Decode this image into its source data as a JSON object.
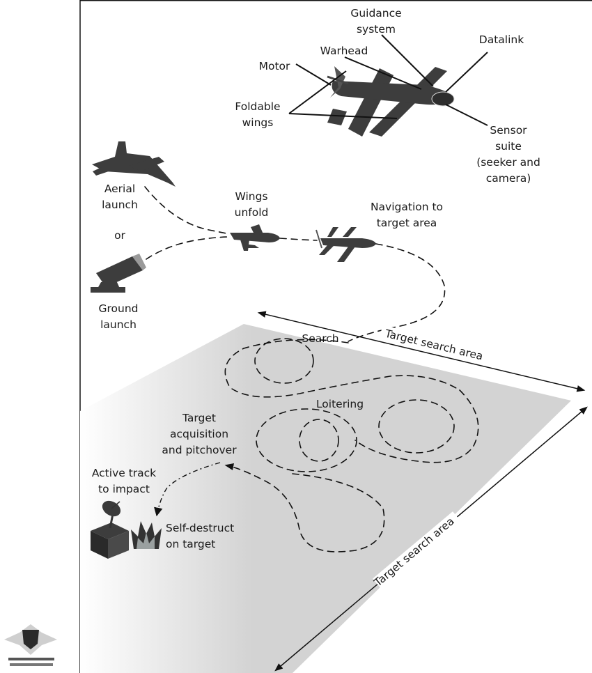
{
  "labels": {
    "guidance": [
      "Guidance",
      "system"
    ],
    "datalink": "Datalink",
    "warhead": "Warhead",
    "motor": "Motor",
    "foldable": [
      "Foldable",
      "wings"
    ],
    "sensor": [
      "Sensor",
      "suite",
      "(seeker and",
      "camera)"
    ],
    "aerial": [
      "Aerial",
      "launch"
    ],
    "or": "or",
    "ground": [
      "Ground",
      "launch"
    ],
    "wings_unfold": [
      "Wings",
      "unfold"
    ],
    "navigation": [
      "Navigation to",
      "target area"
    ],
    "search": "Search",
    "target_search_area_top": "Target search area",
    "target_search_area_right": "Target search area",
    "loitering": "Loitering",
    "acquisition": [
      "Target",
      "acquisition",
      "and pitchover"
    ],
    "active_track": [
      "Active track",
      "to impact"
    ],
    "self_destruct": [
      "Self-destruct",
      "on target"
    ]
  },
  "colors": {
    "ground_plane": "#d3d3d3",
    "ink": "#111111",
    "aircraft": "#3d3d3d"
  },
  "icons": [
    "loitering-munition-icon",
    "fighter-jet-icon",
    "ground-launcher-icon",
    "satellite-dish-icon",
    "explosion-icon",
    "watermark-logo"
  ]
}
